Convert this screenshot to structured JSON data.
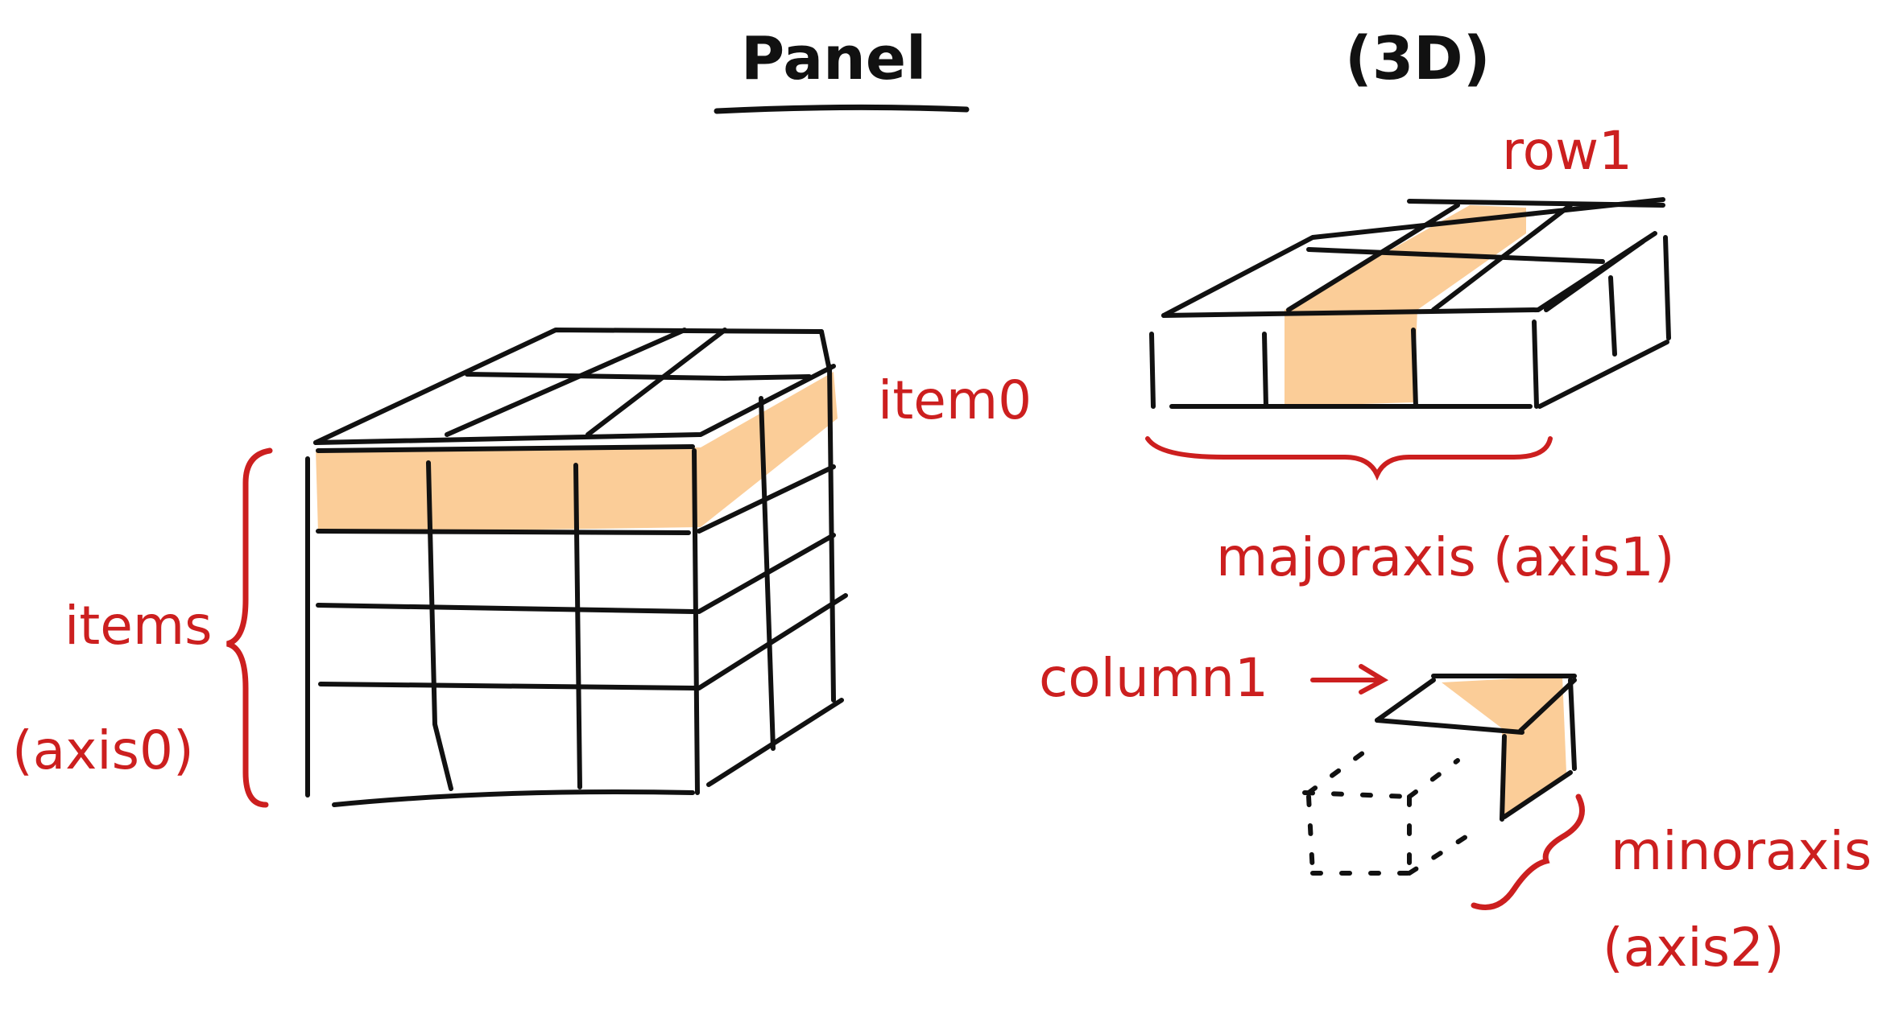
{
  "title": {
    "left": "Panel",
    "right": "(3D)"
  },
  "labels": {
    "items": "items",
    "axis0": "(axis0)",
    "item0": "item0",
    "row1": "row1",
    "major_axis": "majoraxis (axis1)",
    "column1": "column1",
    "minor_axis": "minoraxis",
    "axis2": "(axis2)"
  },
  "colors": {
    "ink": "#111111",
    "annotation": "#cc1f1f",
    "highlight": "#fbcd98"
  }
}
